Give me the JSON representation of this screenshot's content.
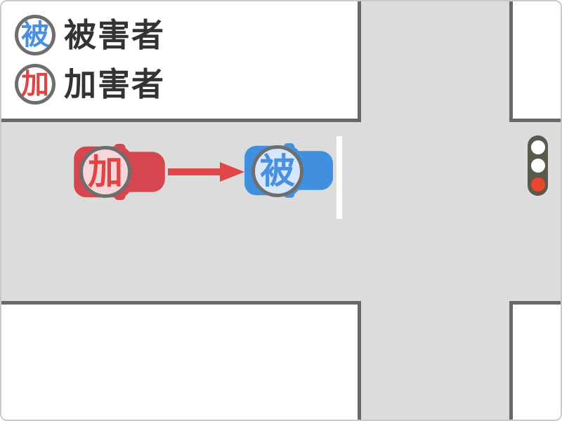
{
  "diagram_title": "traffic-accident-diagram",
  "legend": {
    "victim": {
      "glyph": "被",
      "label": "被害者"
    },
    "perpetrator": {
      "glyph": "加",
      "label": "加害者"
    }
  },
  "cars": {
    "perpetrator": {
      "badge": "加",
      "color": "#d6464e",
      "direction": "right"
    },
    "victim": {
      "badge": "被",
      "color": "#4190e0",
      "direction": "right"
    }
  },
  "traffic_light": {
    "state": "red",
    "lights": [
      "off",
      "off",
      "red"
    ]
  },
  "colors": {
    "road": "#dcdcdc",
    "block": "#ffffff",
    "block_border": "#686868",
    "frame": "#c9c9c9",
    "badge_ring": "#6e6e6e",
    "text": "#333333",
    "victim_blue": "#4a90e0",
    "perpetrator_red": "#e04545",
    "car_red": "#d6464e",
    "car_blue": "#4190e0",
    "arrow_red": "#e24747",
    "signal_body": "#5b594c",
    "signal_red": "#e8472b",
    "signal_off": "#ffffff",
    "stop_line": "#ffffff"
  }
}
